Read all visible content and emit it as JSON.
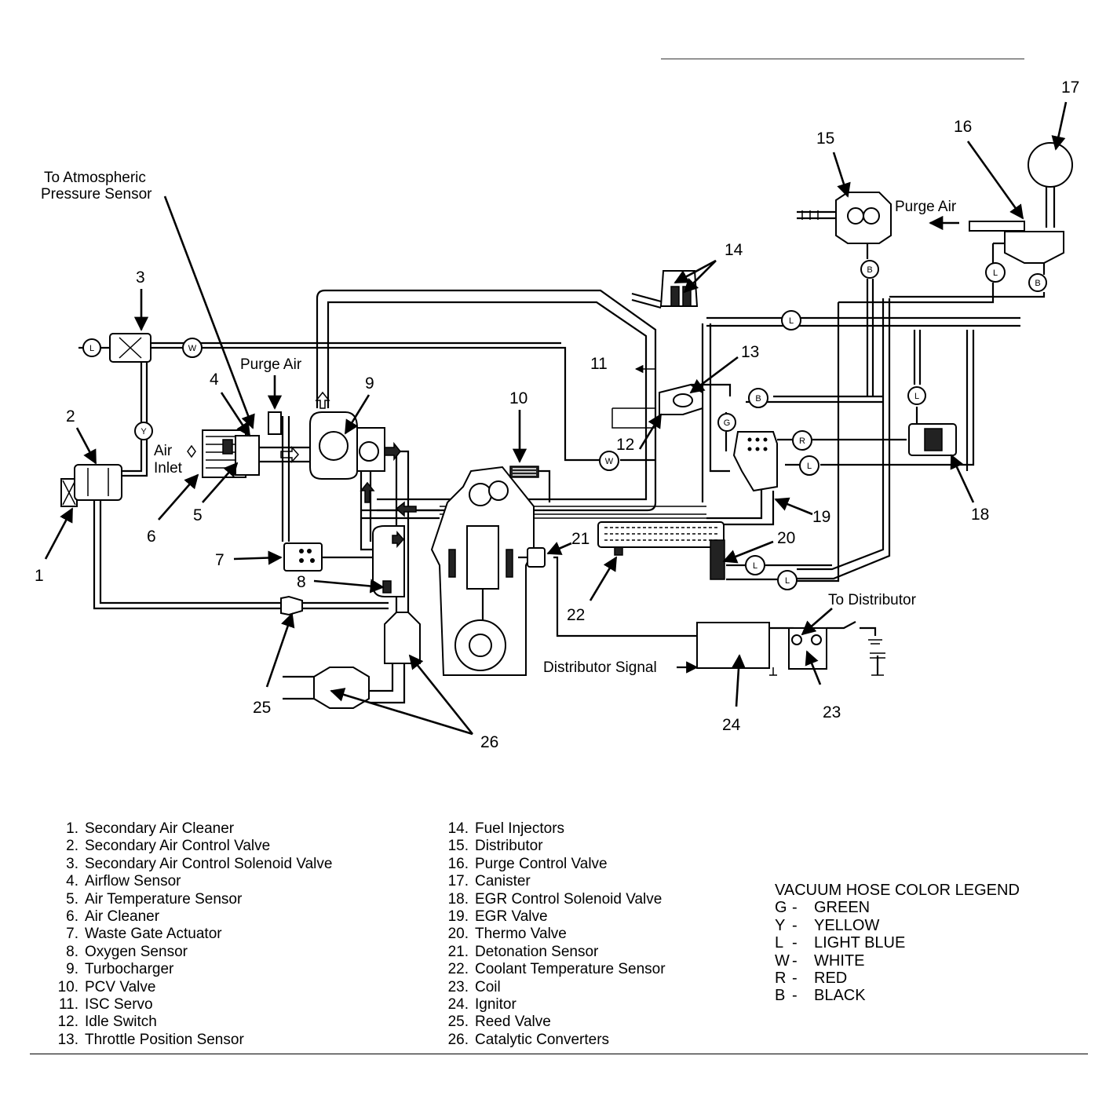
{
  "labels": {
    "atmospheric": [
      "To Atmospheric",
      "Pressure Sensor"
    ],
    "purge_air_left": "Purge Air",
    "purge_air_right": "Purge Air",
    "air_inlet": [
      "Air",
      "Inlet"
    ],
    "to_distributor": "To Distributor",
    "distributor_signal": "Distributor Signal"
  },
  "callout_numbers": [
    "1",
    "2",
    "3",
    "4",
    "5",
    "6",
    "7",
    "8",
    "9",
    "10",
    "11",
    "12",
    "13",
    "14",
    "15",
    "16",
    "17",
    "18",
    "19",
    "20",
    "21",
    "22",
    "23",
    "24",
    "25",
    "26"
  ],
  "hose_badges": [
    "L",
    "W",
    "Y",
    "L",
    "B",
    "L",
    "B",
    "L",
    "B",
    "W",
    "G",
    "R",
    "L",
    "L",
    "L",
    "B"
  ],
  "components_left": [
    {
      "num": "1.",
      "name": "Secondary Air Cleaner"
    },
    {
      "num": "2.",
      "name": "Secondary Air Control Valve"
    },
    {
      "num": "3.",
      "name": "Secondary Air Control Solenoid Valve"
    },
    {
      "num": "4.",
      "name": "Airflow Sensor"
    },
    {
      "num": "5.",
      "name": "Air Temperature Sensor"
    },
    {
      "num": "6.",
      "name": "Air Cleaner"
    },
    {
      "num": "7.",
      "name": "Waste Gate Actuator"
    },
    {
      "num": "8.",
      "name": "Oxygen Sensor"
    },
    {
      "num": "9.",
      "name": "Turbocharger"
    },
    {
      "num": "10.",
      "name": "PCV Valve"
    },
    {
      "num": "11.",
      "name": "ISC Servo"
    },
    {
      "num": "12.",
      "name": "Idle Switch"
    },
    {
      "num": "13.",
      "name": "Throttle Position Sensor"
    }
  ],
  "components_right": [
    {
      "num": "14.",
      "name": "Fuel Injectors"
    },
    {
      "num": "15.",
      "name": "Distributor"
    },
    {
      "num": "16.",
      "name": "Purge Control Valve"
    },
    {
      "num": "17.",
      "name": "Canister"
    },
    {
      "num": "18.",
      "name": "EGR Control Solenoid Valve"
    },
    {
      "num": "19.",
      "name": "EGR Valve"
    },
    {
      "num": "20.",
      "name": "Thermo Valve"
    },
    {
      "num": "21.",
      "name": "Detonation Sensor"
    },
    {
      "num": "22.",
      "name": "Coolant Temperature Sensor"
    },
    {
      "num": "23.",
      "name": "Coil"
    },
    {
      "num": "24.",
      "name": "Ignitor"
    },
    {
      "num": "25.",
      "name": "Reed Valve"
    },
    {
      "num": "26.",
      "name": "Catalytic Converters"
    }
  ],
  "color_legend": {
    "title": "VACUUM HOSE COLOR LEGEND",
    "entries": [
      {
        "code": "G",
        "sep": "-",
        "color": "GREEN"
      },
      {
        "code": "Y",
        "sep": "-",
        "color": "YELLOW"
      },
      {
        "code": "L",
        "sep": "-",
        "color": "LIGHT BLUE"
      },
      {
        "code": "W",
        "sep": "-",
        "color": "WHITE"
      },
      {
        "code": "R",
        "sep": "-",
        "color": "RED"
      },
      {
        "code": "B",
        "sep": "-",
        "color": "BLACK"
      }
    ]
  },
  "ink_color": "#000000",
  "paper_color": "#ffffff"
}
